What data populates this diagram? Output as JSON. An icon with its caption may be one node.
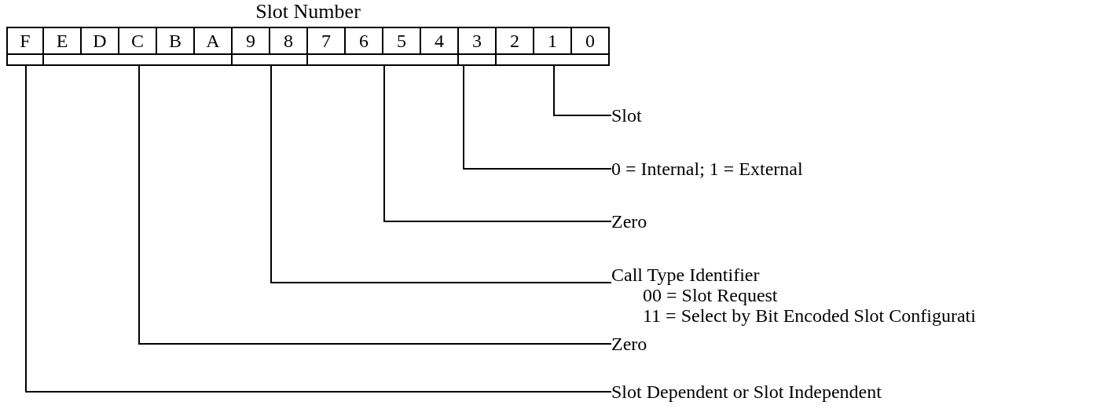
{
  "diagram": {
    "title": "Slot Number",
    "nodes": [
      {
        "text": [
          "F"
        ]
      },
      {
        "text": [
          "E"
        ]
      },
      {
        "text": [
          "D"
        ]
      },
      {
        "text": [
          "C"
        ]
      },
      {
        "text": [
          "B"
        ]
      },
      {
        "text": [
          "A"
        ]
      },
      {
        "text": [
          "9"
        ]
      },
      {
        "text": [
          "8"
        ]
      },
      {
        "text": [
          "7"
        ]
      },
      {
        "text": [
          "6"
        ]
      },
      {
        "text": [
          "5"
        ]
      },
      {
        "text": [
          "4"
        ]
      },
      {
        "text": [
          "3"
        ]
      },
      {
        "text": [
          "2"
        ]
      },
      {
        "text": [
          "1"
        ]
      },
      {
        "text": [
          "0"
        ]
      },
      {
        "text": [],
        "shape": "box"
      },
      {
        "text": [],
        "shape": "box"
      },
      {
        "text": [],
        "shape": "box"
      },
      {
        "text": [],
        "shape": "box"
      },
      {
        "text": [],
        "shape": "box"
      },
      {
        "text": [],
        "shape": "box"
      },
      {
        "text": [
          "Slot"
        ]
      },
      {
        "text": [
          "0 = Internal; 1 = External"
        ]
      },
      {
        "text": [
          "Zero"
        ]
      },
      {
        "text": [
          "Call Type Identifier",
          "00 = Slot Request",
          "11 = Select by Bit Encoded Slot Configurati"
        ]
      },
      {
        "text": [
          "Zero"
        ]
      },
      {
        "text": [
          "Slot Dependent or Slot Independent"
        ]
      }
    ],
    "edges": [
      {
        "from": 22,
        "to": 21,
        "arrow": "none"
      },
      {
        "from": 23,
        "to": 20,
        "arrow": "none"
      },
      {
        "from": 24,
        "to": 19,
        "arrow": "none"
      },
      {
        "from": 25,
        "to": 18,
        "arrow": "none"
      },
      {
        "from": 26,
        "to": 17,
        "arrow": "none"
      },
      {
        "from": 27,
        "to": 16,
        "arrow": "none"
      }
    ]
  }
}
